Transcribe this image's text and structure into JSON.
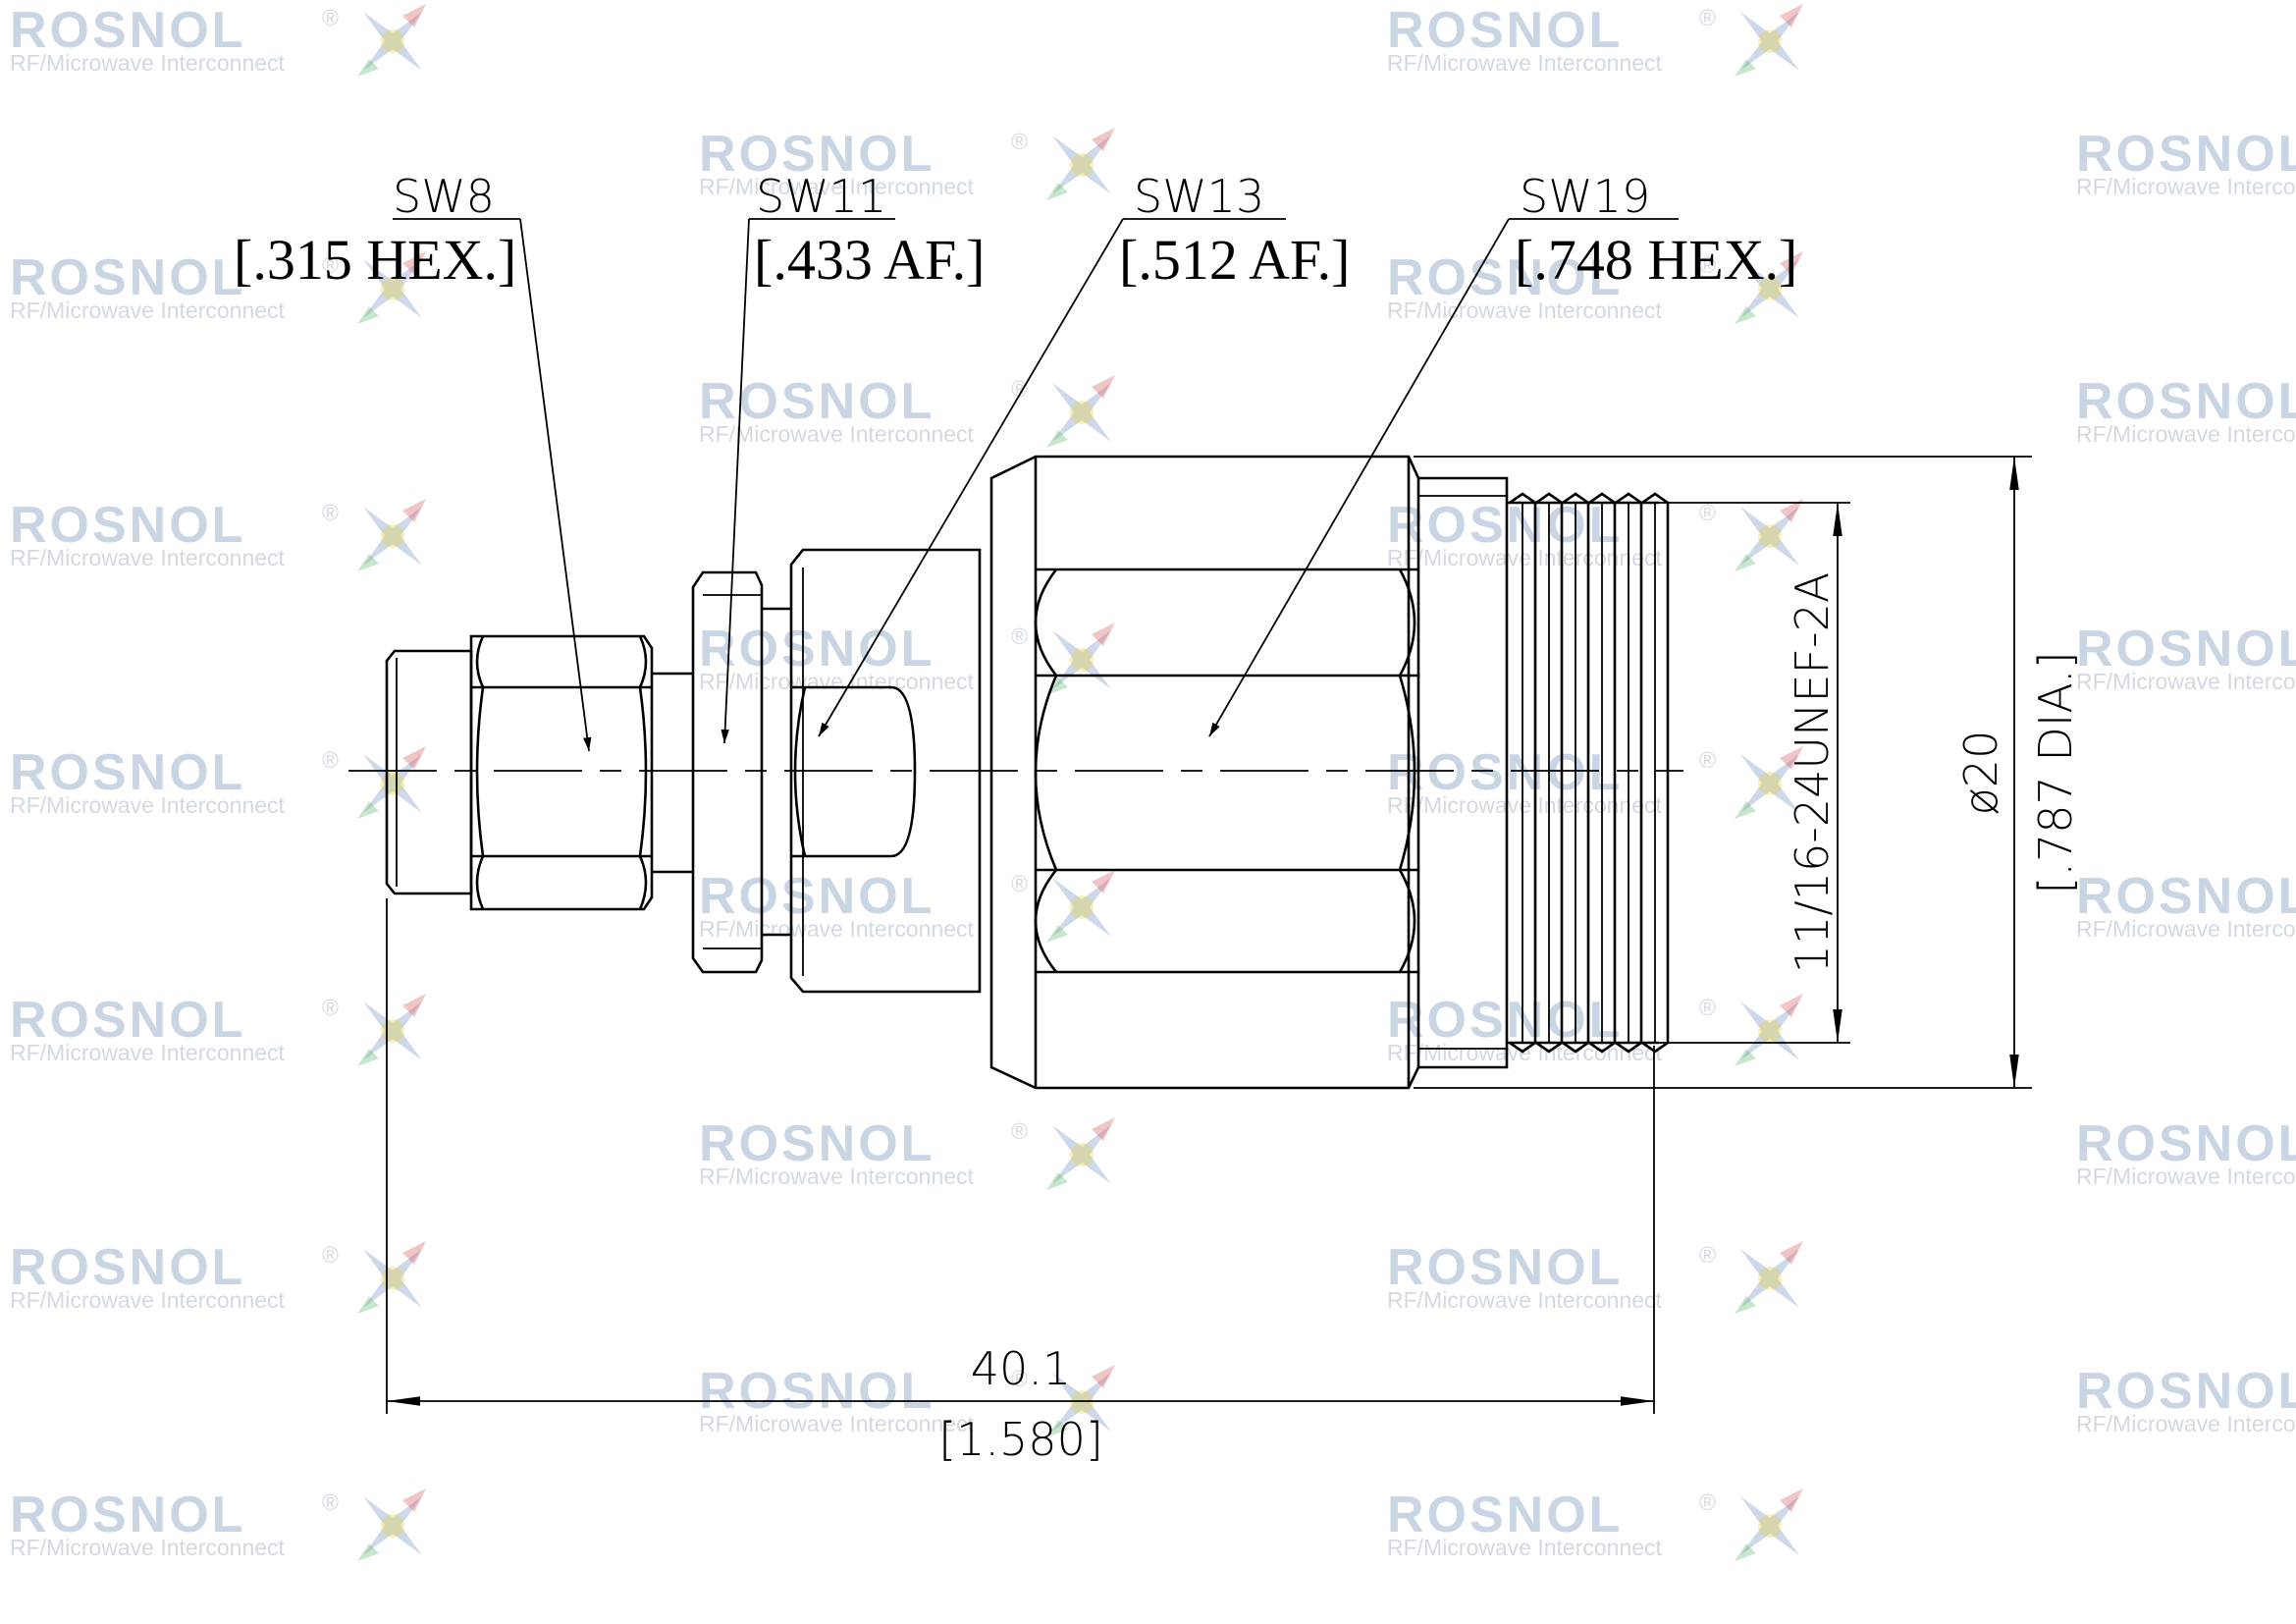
{
  "watermark": {
    "brand": "ROSNOL",
    "registered": "®",
    "tagline": "RF/Microwave Interconnect",
    "colors": {
      "text": "#c9d5e3",
      "logo_blue": "#6f8fc6",
      "logo_yellow": "#e6d23c",
      "logo_red": "#d65a5a",
      "logo_green": "#5fb86b"
    }
  },
  "callouts": [
    {
      "id": "sw8",
      "size": "SW8",
      "imperial": "[.315 HEX.]"
    },
    {
      "id": "sw11",
      "size": "SW11",
      "imperial": "[.433 AF.]"
    },
    {
      "id": "sw13",
      "size": "SW13",
      "imperial": "[.512 AF.]"
    },
    {
      "id": "sw19",
      "size": "SW19",
      "imperial": "[.748 HEX.]"
    }
  ],
  "dimensions": {
    "length": {
      "metric": "40.1",
      "imperial": "[1.580]"
    },
    "thread": "11/16-24UNEF-2A",
    "diameter": {
      "metric": "ø20",
      "imperial": "[.787 DIA.]"
    }
  }
}
